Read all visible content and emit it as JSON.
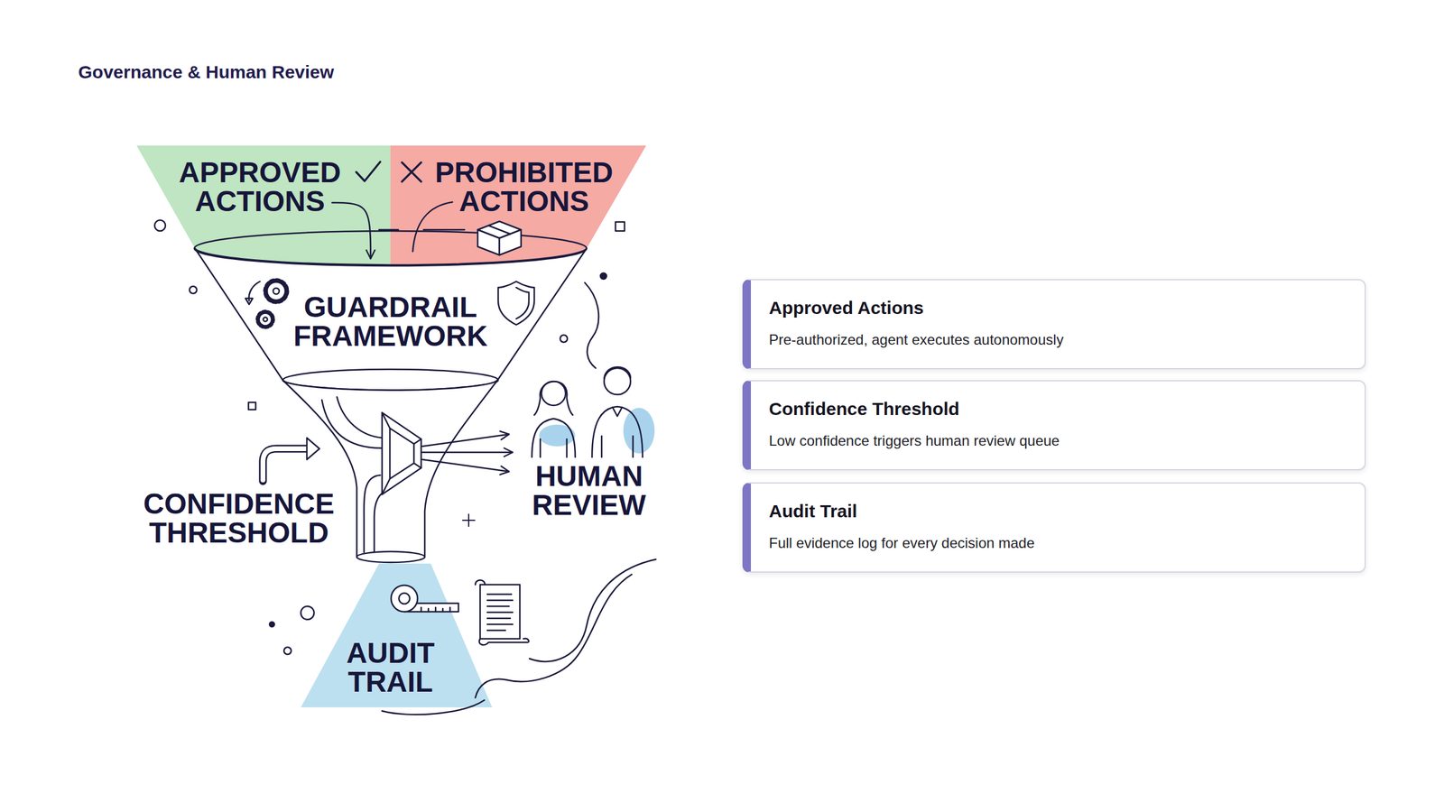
{
  "diagram": {
    "title": "Governance & Human Review",
    "nodes": [
      {
        "text": [
          "APPROVED ACTIONS"
        ]
      },
      {
        "text": [
          "PROHIBITED ACTIONS"
        ]
      },
      {
        "text": [
          "GUARDRAIL FRAMEWORK"
        ]
      },
      {
        "text": [
          "CONFIDENCE THRESHOLD"
        ]
      },
      {
        "text": [
          "HUMAN REVIEW"
        ]
      },
      {
        "text": [
          "AUDIT TRAIL"
        ]
      },
      {
        "text": [
          "Approved Actions",
          "Pre-authorized, agent executes autonomously"
        ]
      },
      {
        "text": [
          "Confidence Threshold",
          "Low confidence triggers human review queue"
        ]
      },
      {
        "text": [
          "Audit Trail",
          "Full evidence log for every decision made"
        ]
      }
    ],
    "edges": [
      {
        "from": 0,
        "to": 2,
        "arrow": "to"
      },
      {
        "from": 3,
        "to": 4,
        "arrow": "to"
      }
    ]
  }
}
